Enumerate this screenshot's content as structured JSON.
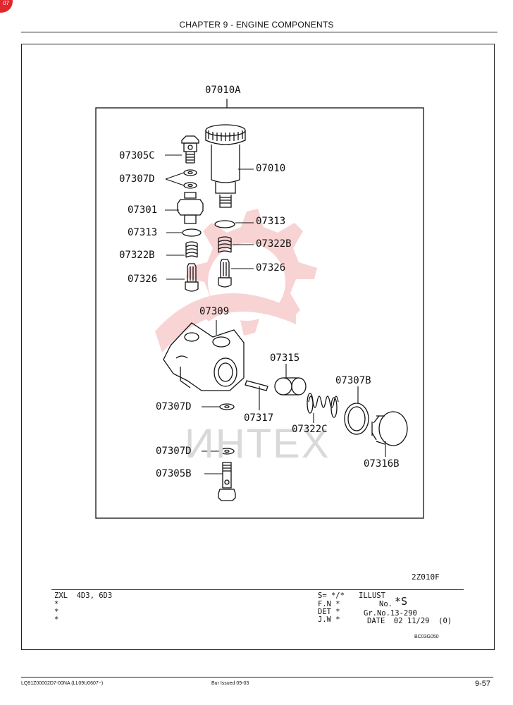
{
  "header": {
    "chapter": "CHAPTER 9 - ENGINE COMPONENTS"
  },
  "diagram": {
    "assembly_label": "07010A",
    "reference": "2Z010F",
    "watermark_text": "ИНТЕХ",
    "parts": {
      "p07305C": "07305C",
      "p07307D_top": "07307D",
      "p07010": "07010",
      "p07301": "07301",
      "p07313_left": "07313",
      "p07313_right": "07313",
      "p07322B_left": "07322B",
      "p07322B_right": "07322B",
      "p07326_left": "07326",
      "p07326_right": "07326",
      "p07309": "07309",
      "p07315": "07315",
      "p07307B": "07307B",
      "p07307D_mid": "07307D",
      "p07317": "07317",
      "p07322C": "07322C",
      "p07316B": "07316B",
      "p07307D_low": "07307D",
      "p07305B": "07305B"
    }
  },
  "title_block": {
    "model": "ZXL  4D3, 6D3",
    "stars": [
      "*",
      "*",
      "*"
    ],
    "s_line": "S= */*",
    "fn_line": "F.N *",
    "det_line": "DET *",
    "jw_line": "J.W *",
    "illust": "ILLUST",
    "no": "No.",
    "no_value": "*S",
    "gr_no": "Gr.No.13-290",
    "date": "DATE  02 11/29  (0)",
    "code": "BC03G050"
  },
  "footer": {
    "doc_code": "LQ91Z00002D7-00NA  (LL09U0607~)",
    "issued": "Bur   Issued 09-03",
    "page": "9-57"
  },
  "corner_badge": "07"
}
